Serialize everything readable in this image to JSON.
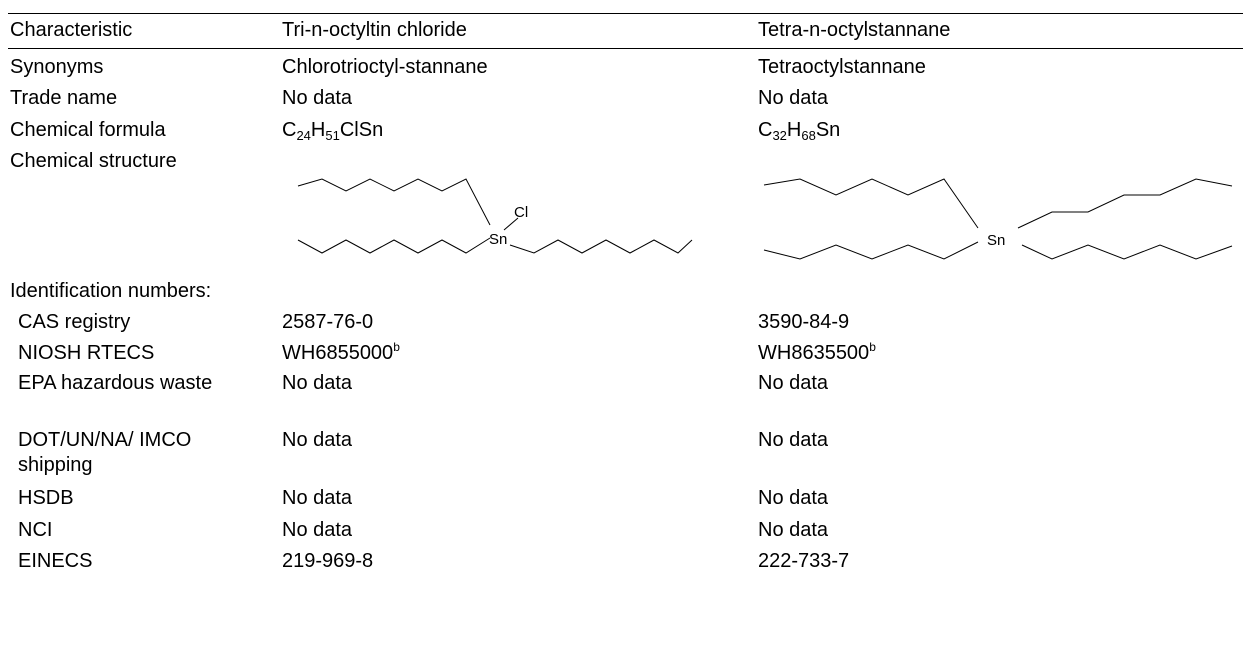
{
  "header": {
    "col0": "Characteristic",
    "col1": "Tri-n-octyltin chloride",
    "col2": "Tetra-n-octylstannane"
  },
  "rows": {
    "synonyms": {
      "label": "Synonyms",
      "v1": "Chlorotrioctyl-stannane",
      "v2": "Tetraoctylstannane"
    },
    "trade_name": {
      "label": "Trade name",
      "v1": "No data",
      "v2": "No data"
    },
    "formula": {
      "label": "Chemical formula",
      "v1": {
        "c": "C",
        "c_sub": "24",
        "h": "H",
        "h_sub": "51",
        "rest": "ClSn"
      },
      "v2": {
        "c": "C",
        "c_sub": "32",
        "h": "H",
        "h_sub": "68",
        "rest": "Sn"
      }
    },
    "structure": {
      "label": "Chemical structure",
      "v1_atom_sn": "Sn",
      "v1_atom_cl": "Cl",
      "v2_atom_sn": "Sn"
    },
    "id_heading": "Identification numbers:",
    "cas": {
      "label": "CAS registry",
      "v1": "2587-76-0",
      "v2": "3590-84-9"
    },
    "niosh": {
      "label": "NIOSH RTECS",
      "v1": "WH6855000",
      "v1_sup": "b",
      "v2": "WH8635500",
      "v2_sup": "b"
    },
    "epa": {
      "label": "EPA hazardous waste",
      "v1": "No data",
      "v2": "No data"
    },
    "dot": {
      "label": "DOT/UN/NA/ IMCO shipping",
      "v1": "No data",
      "v2": "No data"
    },
    "hsdb": {
      "label": "HSDB",
      "v1": "No data",
      "v2": "No data"
    },
    "nci": {
      "label": "NCI",
      "v1": "No data",
      "v2": "No data"
    },
    "einecs": {
      "label": "EINECS",
      "v1": "219-969-8",
      "v2": "222-733-7"
    }
  }
}
